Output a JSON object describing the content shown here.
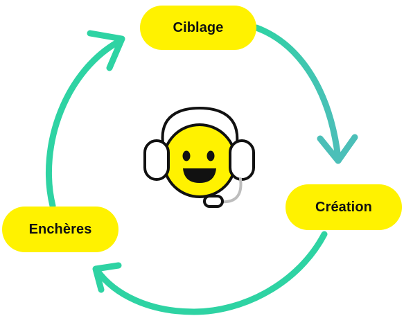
{
  "cycle": {
    "steps": [
      {
        "label": "Ciblage"
      },
      {
        "label": "Création"
      },
      {
        "label": "Enchères"
      }
    ]
  },
  "colors": {
    "pill_fill": "#FFF200",
    "arrow_green": "#2ED3A3",
    "arrow_teal": "#4BBFB8",
    "face_yellow": "#FFF200",
    "outline": "#111111",
    "mic_gray": "#BDBDBD"
  },
  "icons": {
    "center": "support-agent-smiley-headset-icon",
    "arrows": "cycle-arrow-icon"
  }
}
